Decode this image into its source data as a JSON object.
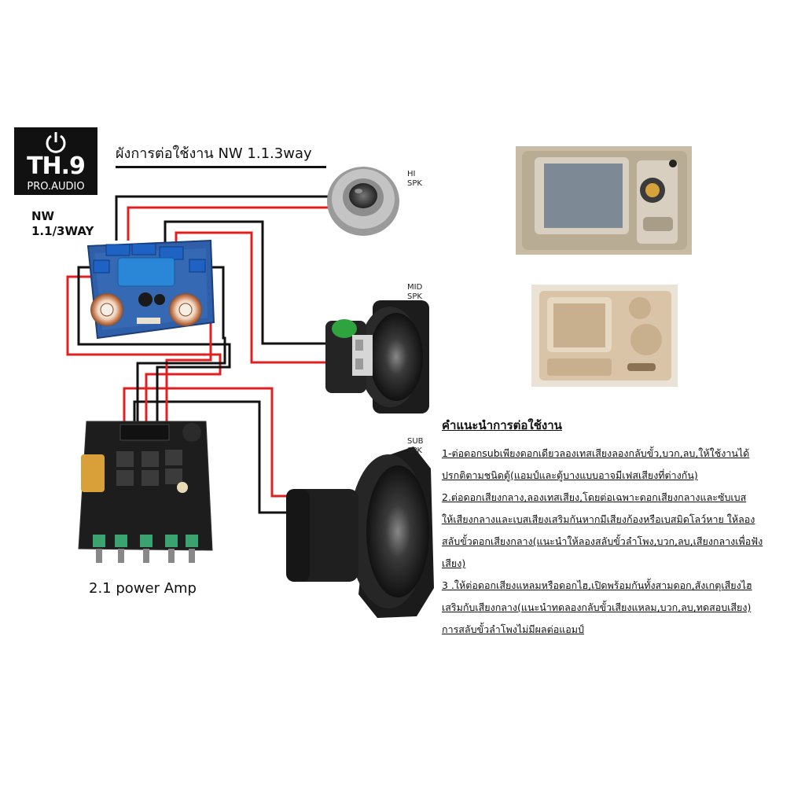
{
  "logo": {
    "main": "TH.9",
    "sub": "PRO.AUDIO"
  },
  "title": "ผังการต่อใช้งาน NW 1.1.3way",
  "crossover_label": {
    "line1": "NW",
    "line2": "1.1/3WAY"
  },
  "speakers": {
    "hi": {
      "line1": "HI",
      "line2": "SPK"
    },
    "mid": {
      "line1": "MID",
      "line2": "SPK"
    },
    "sub": {
      "line1": "SUB",
      "line2": "SPK"
    }
  },
  "amp_label": "2.1 power Amp",
  "instructions": {
    "title": "คำแนะนำการต่อใช้งาน",
    "lines": [
      "1-ต่อดอกsubเพียงดอกเดียวลองเทสเสียงลองกลับขั้ว,บวก,ลบ,ให้ใช้งานได้",
      "ปรกติตามชนิดตู้(แอมป์และตู้บางแบบอาจมีเฟสเสียงที่ต่างกัน)",
      "2.ต่อดอกเสียงกลาง,ลองเทสเสียง,โดยต่อเฉพาะดอกเสียงกลางและซับเบส",
      "ให้เสียงกลางและเบสเสียงเสริมกันหากมีเสียงก้องหรือเบสมิดโลว์หาย   ให้ลอง",
      "สลับขั้วดอกเสียงกลาง(แนะนำให้ลองสลับขั้วลำโพง,บวก,ลบ,เสียงกลางเพื่อฟัง",
      "เสียง)",
      "3 .ให้ต่อดอกเสียงแหลมหรือดอกไฮ,เปิดพร้อมกันทั้งสามดอก,สังเกตุเสียงไฮ",
      "เสริมกับเสียงกลาง(แนะนำทดลองกลับขั้วเสียงแหลม,บวก,ลบ,ทดสอบเสียง)",
      "การสลับขั้วลำโพงไม่มีผลต่อแอมป์"
    ]
  },
  "colors": {
    "wire_red": "#e02020",
    "wire_black": "#111111",
    "pcb_blue": "#2f5fa8",
    "wood": "#d9c4a8",
    "frame_gray": "#b9ac95"
  }
}
